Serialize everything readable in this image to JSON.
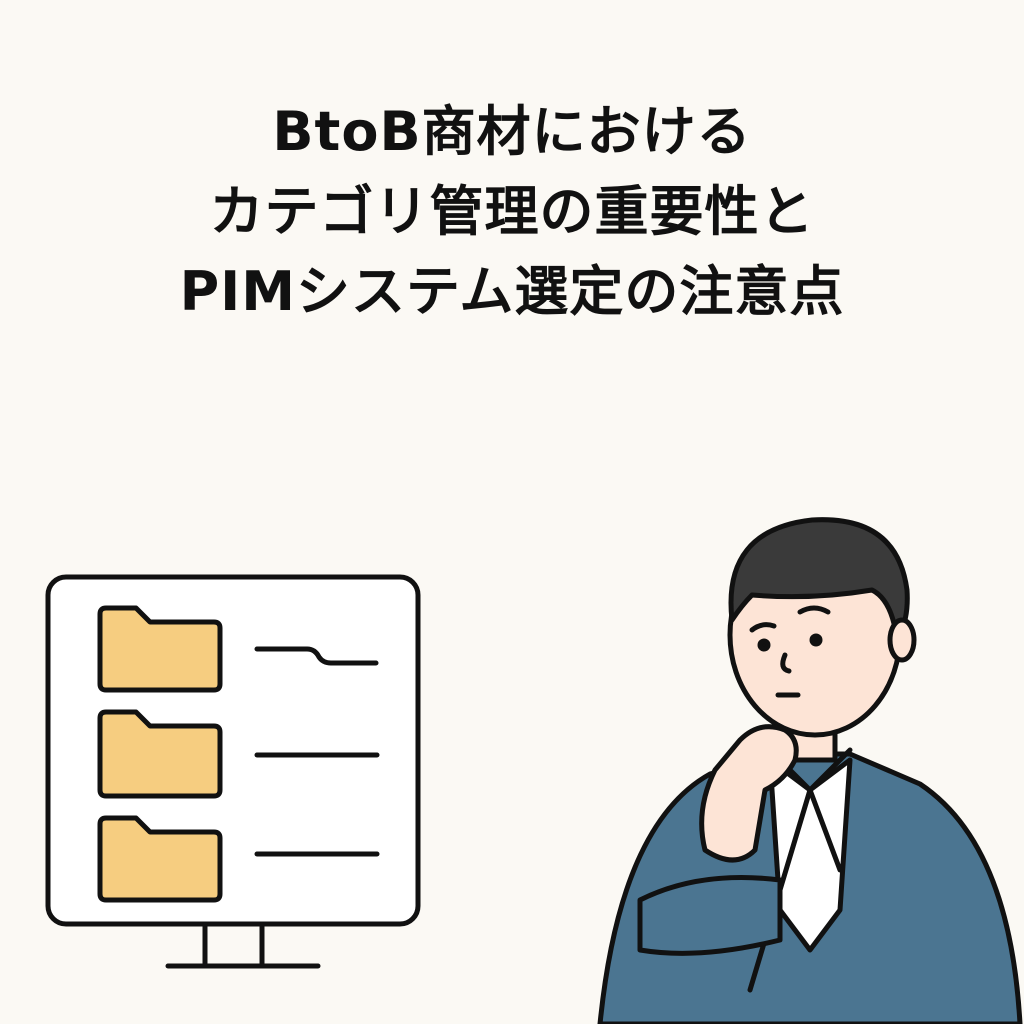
{
  "title": {
    "lines": [
      "BtoB商材における",
      "カテゴリ管理の重要性と",
      "PIMシステム選定の注意点"
    ]
  },
  "colors": {
    "background": "#fbf9f4",
    "folder": "#f6cd80",
    "suit": "#4b7591",
    "hair": "#3a3a3a",
    "skin": "#fde4d6"
  }
}
